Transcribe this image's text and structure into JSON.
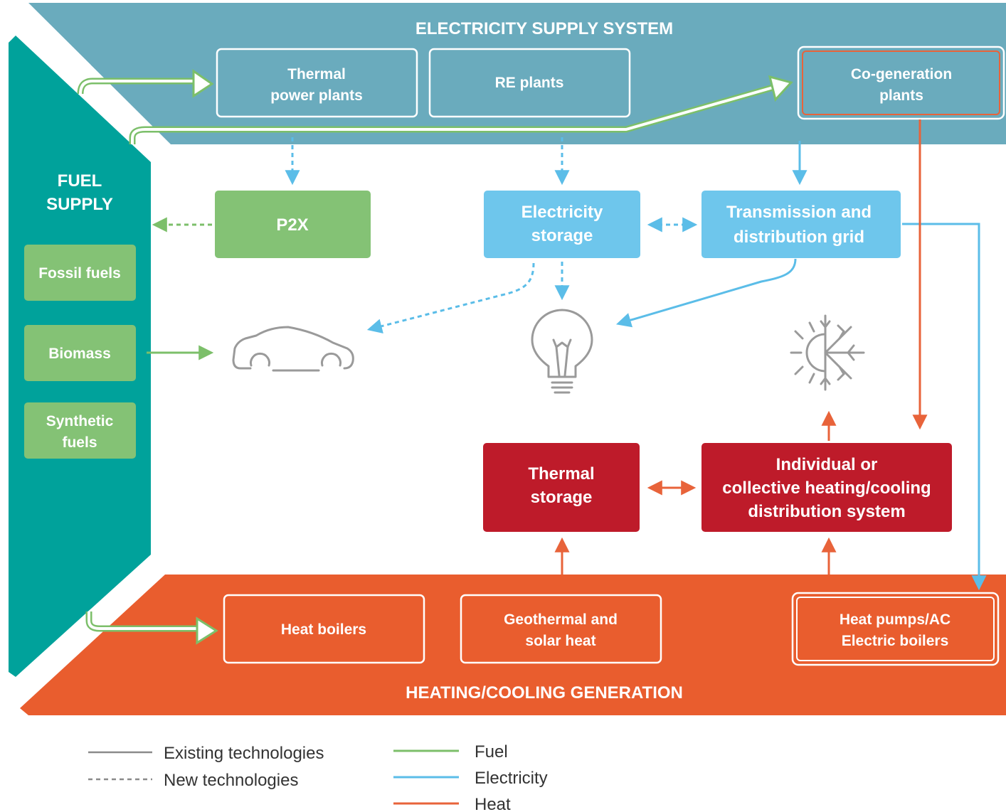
{
  "sections": {
    "electricity_supply": "ELECTRICITY SUPPLY SYSTEM",
    "fuel_supply": [
      "FUEL",
      "SUPPLY"
    ],
    "heating_cooling_generation": "HEATING/COOLING GENERATION"
  },
  "boxes": {
    "thermal_power_plants": [
      "Thermal",
      "power plants"
    ],
    "re_plants": [
      "RE plants"
    ],
    "cogeneration_plants": [
      "Co-generation",
      "plants"
    ],
    "p2x": [
      "P2X"
    ],
    "electricity_storage": [
      "Electricity",
      "storage"
    ],
    "transmission_grid": [
      "Transmission and",
      "distribution grid"
    ],
    "fossil_fuels": [
      "Fossil fuels"
    ],
    "biomass": [
      "Biomass"
    ],
    "synthetic_fuels": [
      "Synthetic",
      "fuels"
    ],
    "thermal_storage": [
      "Thermal",
      "storage"
    ],
    "heating_cooling_distribution": [
      "Individual or",
      "collective heating/cooling",
      "distribution system"
    ],
    "heat_boilers": [
      "Heat boilers"
    ],
    "geothermal_solar": [
      "Geothermal and",
      "solar heat"
    ],
    "heat_pumps": [
      "Heat pumps/AC",
      "Electric boilers"
    ]
  },
  "legend": {
    "line_styles": [
      "Existing technologies",
      "New technologies"
    ],
    "flows": [
      {
        "label": "Fuel",
        "color": "#7cbf6a"
      },
      {
        "label": "Electricity",
        "color": "#5bbde8"
      },
      {
        "label": "Heat",
        "color": "#e8633a"
      }
    ]
  },
  "colors": {
    "electricity_band": "#6aabbd",
    "fuel_band": "#00a29b",
    "heat_band": "#e95d2e",
    "green_box": "#84c275",
    "blue_box": "#6ec6ec",
    "red_box": "#be1b2a",
    "fuel": "#7cbf6a",
    "electricity": "#5bbde8",
    "heat": "#e8633a",
    "icon_grey": "#9a9a9a"
  },
  "icons": [
    "car-icon",
    "light-bulb-icon",
    "heating-cooling-icon"
  ]
}
